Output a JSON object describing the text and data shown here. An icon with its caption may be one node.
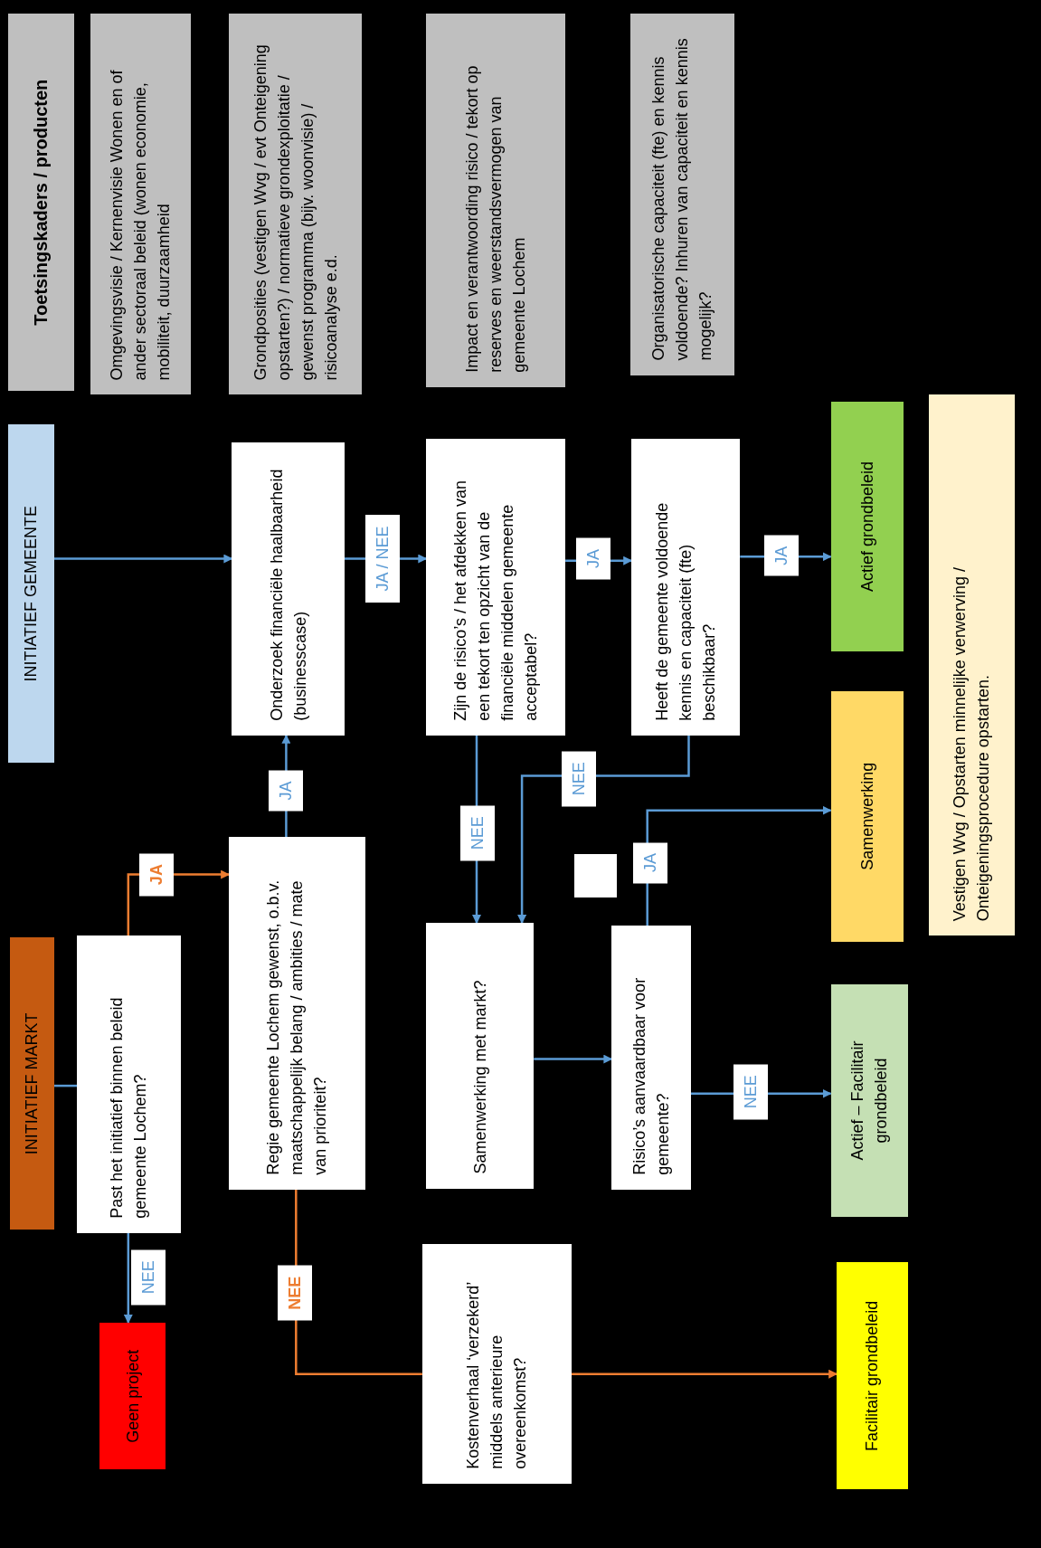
{
  "diagram": {
    "nodes": [
      {
        "text": [
          "Toetsingskaders / producten"
        ]
      },
      {
        "text": [
          "Omgevingsvisie / Kernenvisie Wonen en of ander sectoraal beleid (wonen economie, mobiliteit, duurzaamheid"
        ]
      },
      {
        "text": [
          "Grondposities (vestigen Wvg / evt Onteigening opstarten?) / normatieve grondexploitatie / gewenst programma (bijv. woonvisie) / risicoanalyse e.d."
        ]
      },
      {
        "text": [
          "Impact en verantwoording risico / tekort op reserves en weerstandsvermogen van gemeente Lochem"
        ]
      },
      {
        "text": [
          "Organisatorische capaciteit (fte) en kennis voldoende? Inhuren van capaciteit en kennis mogelijk?"
        ]
      },
      {
        "text": [
          "INITIATIEF GEMEENTE"
        ]
      },
      {
        "text": [
          "Onderzoek financiële haalbaarheid (businesscase)"
        ]
      },
      {
        "text": [
          "Zijn de risico’s / het afdekken van een tekort ten opzicht van de financiële middelen gemeente acceptabel?"
        ]
      },
      {
        "text": [
          "Heeft de gemeente voldoende kennis en capaciteit (fte) beschikbaar?"
        ]
      },
      {
        "text": [
          "Actief grondbeleid"
        ]
      },
      {
        "text": [
          "Vestigen Wvg / Opstarten minnelijke verwerving / Onteigeningsprocedure opstarten."
        ]
      },
      {
        "text": [
          "Samenwerking"
        ]
      },
      {
        "text": [
          "INITIATIEF MARKT"
        ]
      },
      {
        "text": [
          "Past het initiatief binnen beleid gemeente Lochem?"
        ]
      },
      {
        "text": [
          "Regie gemeente Lochem gewenst, o.b.v. maatschappelijk belang / ambities / mate van prioriteit?"
        ]
      },
      {
        "text": [
          "Samenwerking met markt?"
        ]
      },
      {
        "text": [
          "Risico’s aanvaardbaar voor gemeente?"
        ]
      },
      {
        "text": [],
        "shape": "box"
      },
      {
        "text": [
          "Actief – Facilitair grondbeleid"
        ]
      },
      {
        "text": [
          "Geen project"
        ]
      },
      {
        "text": [
          "Kostenverhaal ‘verzekerd’ middels anterieure overeenkomst?"
        ]
      },
      {
        "text": [
          "Facilitair grondbeleid"
        ]
      }
    ],
    "edges": [
      {
        "from": 5,
        "to": 6,
        "arrow": "to"
      },
      {
        "from": 12,
        "to": 13,
        "arrow": "none"
      },
      {
        "from": 13,
        "to": 14,
        "arrow": "to",
        "label": "JA",
        "color": "#ed7d31"
      },
      {
        "from": 13,
        "to": 19,
        "arrow": "to",
        "label": "NEE"
      },
      {
        "from": 14,
        "to": 6,
        "arrow": "to",
        "label": "JA"
      },
      {
        "from": 14,
        "to": 20,
        "arrow": "none",
        "label": "NEE",
        "color": "#ed7d31"
      },
      {
        "from": 20,
        "to": 21,
        "arrow": "to",
        "color": "#ed7d31"
      },
      {
        "from": 6,
        "to": 7,
        "arrow": "to",
        "label": "JA / NEE"
      },
      {
        "from": 7,
        "to": 8,
        "arrow": "to",
        "label": "JA"
      },
      {
        "from": 8,
        "to": 9,
        "arrow": "to",
        "label": "JA"
      },
      {
        "from": 7,
        "to": 15,
        "arrow": "to",
        "label": "NEE"
      },
      {
        "from": 8,
        "to": 15,
        "arrow": "to",
        "label": "NEE"
      },
      {
        "from": 15,
        "to": 16,
        "arrow": "to"
      },
      {
        "from": 16,
        "to": 11,
        "arrow": "to",
        "label": "JA"
      },
      {
        "from": 16,
        "to": 18,
        "arrow": "to",
        "label": "NEE"
      }
    ]
  }
}
